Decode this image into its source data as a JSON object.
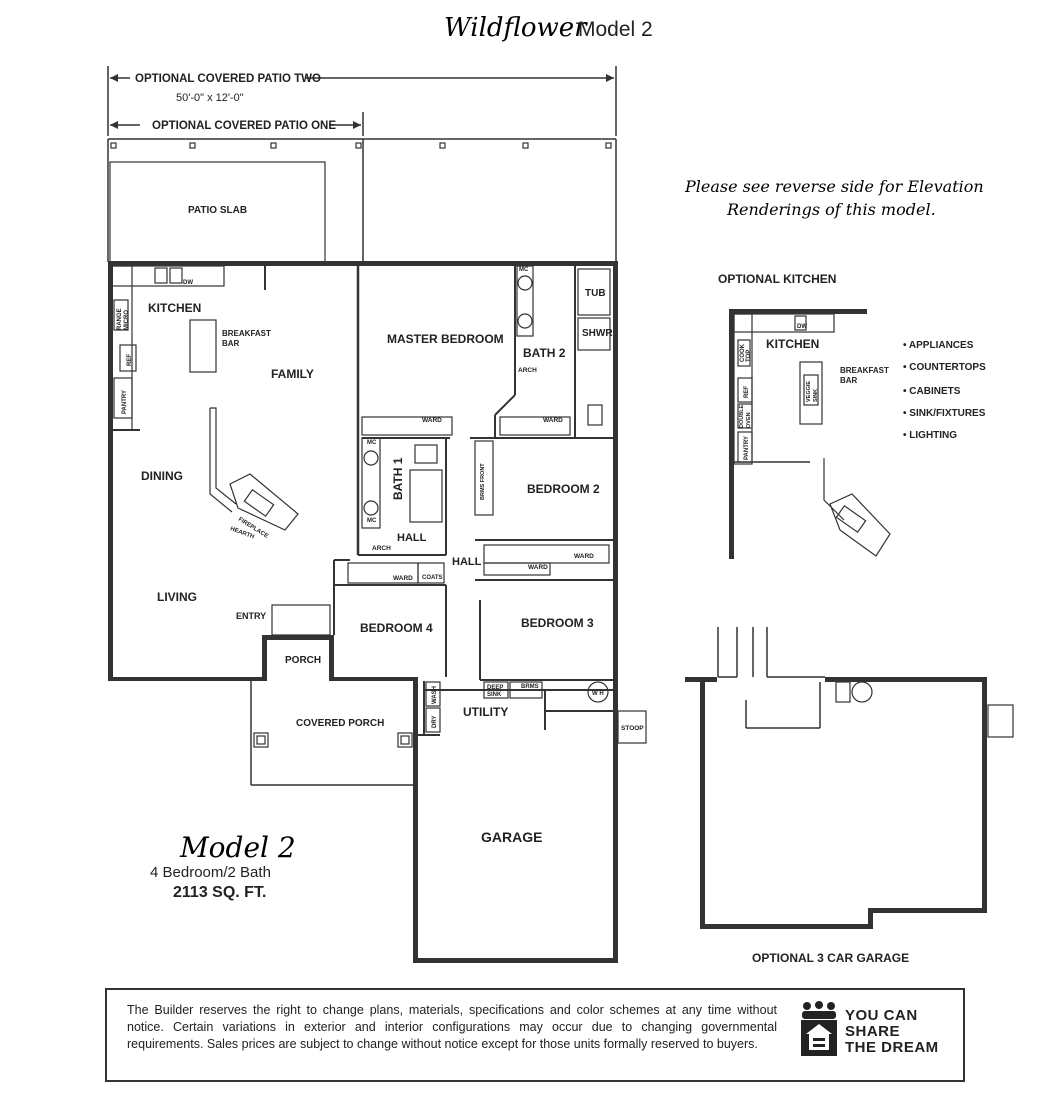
{
  "header": {
    "title_script": "Wildflower",
    "title_model": "Model 2"
  },
  "note": {
    "line1": "Please see reverse side for Elevation",
    "line2": "Renderings of this model."
  },
  "patio": {
    "two_label": "OPTIONAL COVERED PATIO TWO",
    "two_size": "50'-0\" x 12'-0\"",
    "one_label": "OPTIONAL COVERED PATIO ONE",
    "slab": "PATIO SLAB"
  },
  "rooms": {
    "kitchen": "KITCHEN",
    "breakfast_bar_1": "BREAKFAST",
    "breakfast_bar_2": "BAR",
    "family": "FAMILY",
    "dining": "DINING",
    "living": "LIVING",
    "entry": "ENTRY",
    "porch": "PORCH",
    "covered_porch": "COVERED PORCH",
    "master_bedroom": "MASTER BEDROOM",
    "bath2": "BATH 2",
    "bath1": "BATH 1",
    "bedroom2": "BEDROOM 2",
    "bedroom3": "BEDROOM 3",
    "bedroom4": "BEDROOM 4",
    "hall_a": "HALL",
    "hall_b": "HALL",
    "utility": "UTILITY",
    "garage": "GARAGE",
    "stoop": "STOOP"
  },
  "fixtures": {
    "dw": "DW",
    "range_micro_1": "RANGE",
    "range_micro_2": "MICRO",
    "ref": "REF",
    "pantry": "PANTRY",
    "mc": "MC",
    "tub": "TUB",
    "shwr": "SHWR",
    "arch": "ARCH",
    "ward": "WARD",
    "brmsfront": "BRMS FRONT",
    "coats": "COATS",
    "fireplace": "FIREPLACE",
    "hearth": "HEARTH",
    "deep_sink_1": "DEEP",
    "deep_sink_2": "SINK",
    "brms": "BRMS",
    "wh": "W H",
    "wash": "WASH",
    "dry": "DRY"
  },
  "model_info": {
    "script": "Model 2",
    "beds_baths": "4 Bedroom/2 Bath",
    "sqft": "2113 SQ. FT."
  },
  "optional_kitchen": {
    "title": "OPTIONAL KITCHEN",
    "kitchen": "KITCHEN",
    "breakfast_1": "BREAKFAST",
    "breakfast_2": "BAR",
    "cooktop_1": "COOK",
    "cooktop_2": "TOP",
    "ref": "REF",
    "double_oven_1": "DOUBLE",
    "double_oven_2": "OVEN",
    "pantry": "PANTRY",
    "veggie_sink_1": "VEGGIE",
    "veggie_sink_2": "SINK",
    "dw": "DW",
    "features": [
      "• APPLIANCES",
      "• COUNTERTOPS",
      "• CABINETS",
      "• SINK/FIXTURES",
      "• LIGHTING"
    ]
  },
  "optional_garage": {
    "title": "OPTIONAL 3 CAR GARAGE"
  },
  "disclaimer": {
    "text": "The Builder reserves the right to change plans, materials, specifications and color schemes at any time without notice. Certain variations in exterior and interior configurations may occur due to changing governmental requirements. Sales prices are subject to change without notice except for those units formally reserved to buyers."
  },
  "logo": {
    "line1": "YOU CAN",
    "line2": "SHARE",
    "line3": "THE DREAM"
  }
}
